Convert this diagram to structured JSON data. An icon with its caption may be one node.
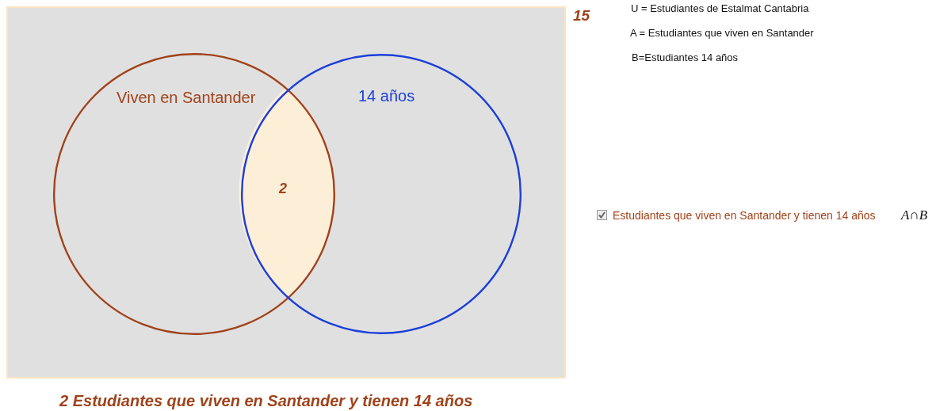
{
  "diagram": {
    "caption": "2 Estudiantes que viven en Santander y tienen 14 años",
    "nodes": [
      {
        "text": [],
        "shape": "box",
        "beside": [
          "15"
        ]
      },
      {
        "text": [
          "Viven en Santander"
        ],
        "in": 0
      },
      {
        "text": [
          "14 años"
        ],
        "in": 0
      },
      {
        "text": [
          "2"
        ]
      }
    ],
    "labels": [
      "U = Estudiantes de Estalmat Cantabria",
      "A = Estudiantes que viven en Santander",
      "B=Estudiantes 14 años",
      "Estudiantes que viven en Santander y tienen 14 años",
      "A∩B"
    ]
  }
}
